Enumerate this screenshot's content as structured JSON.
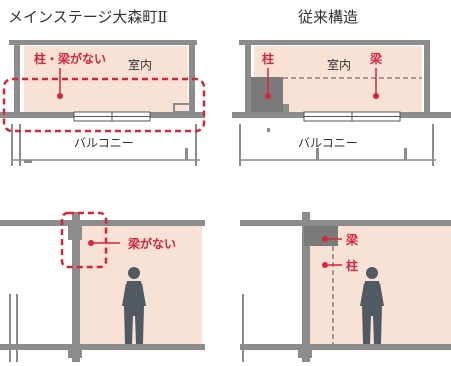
{
  "headers": {
    "left": "メインステージ大森町Ⅱ",
    "right": "従来構造"
  },
  "labels": {
    "room": "室内",
    "balcony": "バルコニー",
    "no_beam_pillar": "柱・梁がない",
    "pillar": "柱",
    "beam": "梁",
    "no_beam": "梁がない"
  },
  "colors": {
    "room_fill": "#f8e2d5",
    "wall": "#8c8c8c",
    "wall_dark": "#7a7a7a",
    "accent_red": "#d8243c",
    "person": "#4f5a62",
    "text": "#333333"
  }
}
